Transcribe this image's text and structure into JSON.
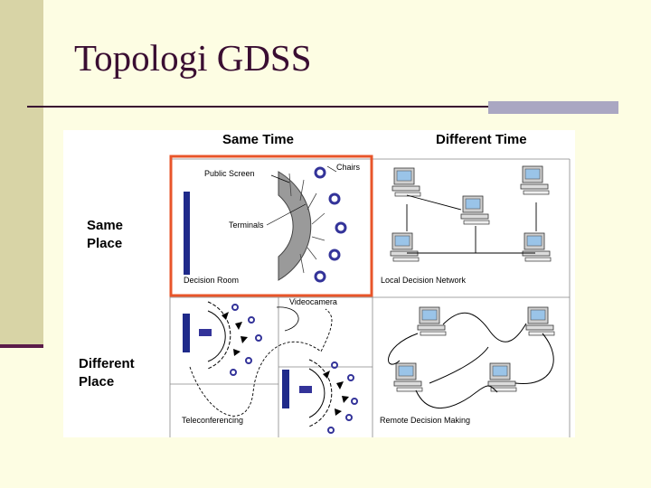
{
  "slide": {
    "title": "Topologi GDSS"
  },
  "diagram": {
    "col_same_time": "Same Time",
    "col_different_time": "Different Time",
    "row_same_place": [
      "Same",
      "Place"
    ],
    "row_different_place": [
      "Different",
      "Place"
    ],
    "labels": {
      "public_screen": "Public Screen",
      "chairs": "Chairs",
      "terminals": "Terminals",
      "decision_room": "Decision Room",
      "local_decision_network": "Local Decision Network",
      "videocamera": "Videocamera",
      "teleconferencing": "Teleconferencing",
      "remote_decision_making": "Remote Decision Making"
    },
    "colors": {
      "highlight": "#e8552a",
      "screen": "#1f2a8a",
      "chair": "#333399",
      "accent": "#3a0e32"
    }
  }
}
